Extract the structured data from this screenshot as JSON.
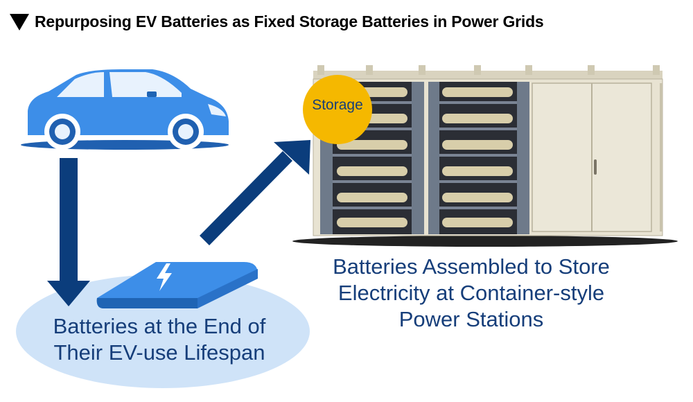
{
  "title": "Repurposing EV Batteries as Fixed Storage Batteries in Power Grids",
  "storage_label": "Storage",
  "caption_left": [
    "Batteries at the End of",
    "Their EV-use Lifespan"
  ],
  "caption_right": [
    "Batteries Assembled to Store",
    "Electricity at Container-style",
    "Power Stations"
  ],
  "colors": {
    "car_blue": "#3d8ee8",
    "arrow_navy": "#0b3d7c",
    "caption_text": "#163e7a",
    "ellipse_fill": "#cfe3f8",
    "storage_badge": "#f5b800",
    "container_beige": "#e8e3d2"
  },
  "icons": [
    "car-icon",
    "battery-pack-icon",
    "lightning-icon",
    "storage-container-icon"
  ]
}
